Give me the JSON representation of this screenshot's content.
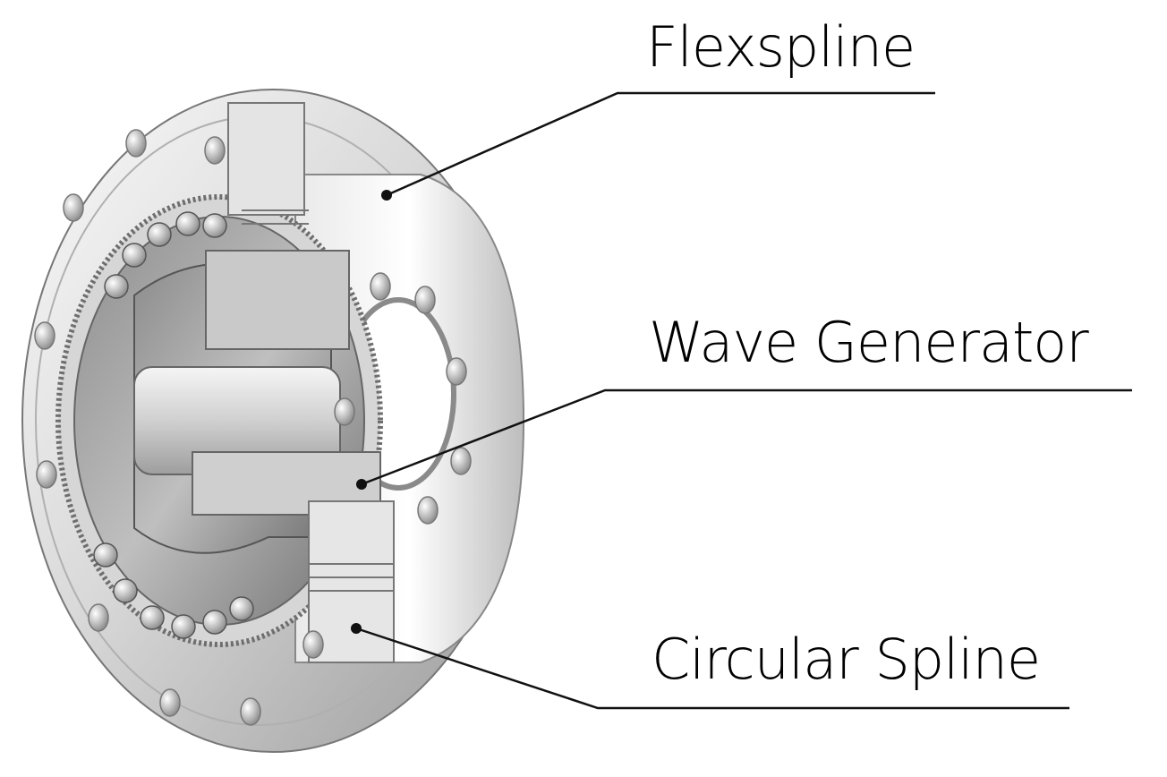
{
  "figure": {
    "subject": "harmonic drive gear cutaway",
    "colors": {
      "metal_light": "#f2f2f2",
      "metal_mid": "#c4c4c4",
      "metal_dark": "#7a7a7a",
      "line": "#111111",
      "text": "#000000"
    }
  },
  "callouts": {
    "flexspline": "Flexspline",
    "wave_generator": "Wave Generator",
    "circular_spline": "Circular Spline"
  }
}
